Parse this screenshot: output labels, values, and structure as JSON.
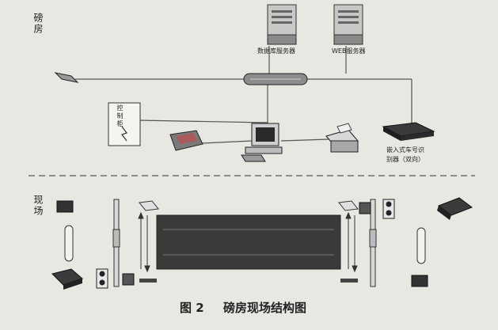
{
  "sections": {
    "control_room": "磅房",
    "field": "现场"
  },
  "devices": {
    "db_server": "数据库服务器",
    "web_server": "WEB服务器",
    "control_cabinet": "控制柜",
    "plate_recognizer_line1": "嵌入式车号识",
    "plate_recognizer_line2": "别器（双向）"
  },
  "caption": {
    "number": "图 2",
    "title": "磅房现场结构图"
  },
  "colors": {
    "background": "#e9e7e2",
    "line": "#555555",
    "scale_platform": "#3a3a3a"
  }
}
